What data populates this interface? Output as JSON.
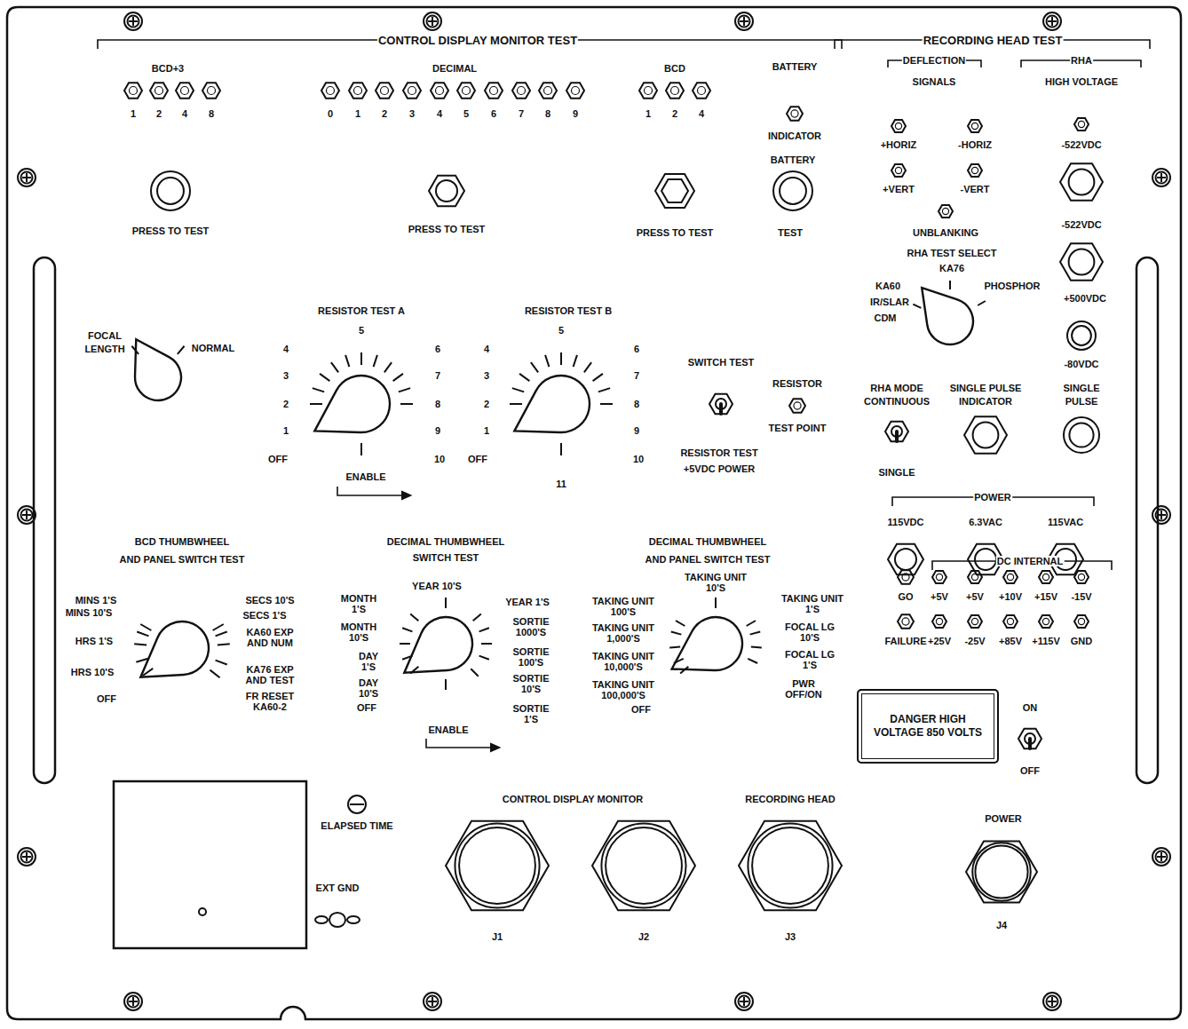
{
  "diagram": {
    "nodes": [
      {
        "text": [
          "DANGER HIGH VOLTAGE 850 VOLTS"
        ]
      }
    ],
    "labels": [
      "CONTROL DISPLAY MONITOR TEST",
      "BCD+3",
      "1",
      "2",
      "4",
      "8",
      "DECIMAL",
      "0",
      "1",
      "2",
      "3",
      "4",
      "5",
      "6",
      "7",
      "8",
      "9",
      "BCD",
      "1",
      "2",
      "4",
      "BATTERY",
      "INDICATOR",
      "BATTERY",
      "PRESS TO TEST",
      "PRESS TO TEST",
      "PRESS TO TEST",
      "TEST",
      "RECORDING HEAD TEST",
      "DEFLECTION",
      "SIGNALS",
      "RHA",
      "HIGH VOLTAGE",
      "+HORIZ",
      "-HORIZ",
      "+VERT",
      "-VERT",
      "UNBLANKING",
      "-522VDC",
      "-522VDC",
      "RHA TEST SELECT",
      "KA76",
      "KA60",
      "IR/SLAR",
      "CDM",
      "PHOSPHOR",
      "+500VDC",
      "-80VDC",
      "RHA MODE",
      "CONTINUOUS",
      "SINGLE",
      "SINGLE PULSE",
      "INDICATOR",
      "SINGLE",
      "PULSE",
      "POWER",
      "115VDC",
      "6.3VAC",
      "115VAC",
      "DC INTERNAL",
      "GO",
      "+5V",
      "+5V",
      "+10V",
      "+15V",
      "-15V",
      "FAILURE",
      "+25V",
      "-25V",
      "+85V",
      "+115V",
      "GND",
      "ON",
      "OFF",
      "FOCAL",
      "LENGTH",
      "NORMAL",
      "RESISTOR TEST A",
      "5",
      "4",
      "3",
      "2",
      "1",
      "OFF",
      "6",
      "7",
      "8",
      "9",
      "10",
      "ENABLE",
      "RESISTOR TEST B",
      "5",
      "4",
      "3",
      "2",
      "1",
      "OFF",
      "6",
      "7",
      "8",
      "9",
      "10",
      "11",
      "SWITCH TEST",
      "RESISTOR",
      "TEST POINT",
      "RESISTOR TEST",
      "+5VDC POWER",
      "BCD THUMBWHEEL",
      "AND PANEL SWITCH TEST",
      "MINS 1'S",
      "MINS 10'S",
      "HRS 1'S",
      "HRS 10'S",
      "OFF",
      "SECS 10'S",
      "SECS 1'S",
      "KA60 EXP AND NUM",
      "KA76 EXP AND TEST",
      "FR RESET KA60-2",
      "DECIMAL THUMBWHEEL",
      "SWITCH TEST",
      "YEAR 10'S",
      "MONTH 1'S",
      "MONTH 10'S",
      "DAY 1'S",
      "DAY 10'S",
      "OFF",
      "YEAR 1'S",
      "SORTIE 1000'S",
      "SORTIE 100'S",
      "SORTIE 10'S",
      "SORTIE 1'S",
      "ENABLE",
      "DECIMAL THUMBWHEEL",
      "AND PANEL SWITCH TEST",
      "TAKING UNIT 10'S",
      "TAKING UNIT 100'S",
      "TAKING UNIT 1,000'S",
      "TAKING UNIT 10,000'S",
      "TAKING UNIT 100,000'S",
      "OFF",
      "TAKING UNIT 1'S",
      "FOCAL LG 10'S",
      "FOCAL LG 1'S",
      "PWR OFF/ON",
      "ELAPSED TIME",
      "EXT GND",
      "CONTROL DISPLAY MONITOR",
      "RECORDING HEAD",
      "POWER",
      "J1",
      "J2",
      "J3",
      "J4"
    ]
  }
}
